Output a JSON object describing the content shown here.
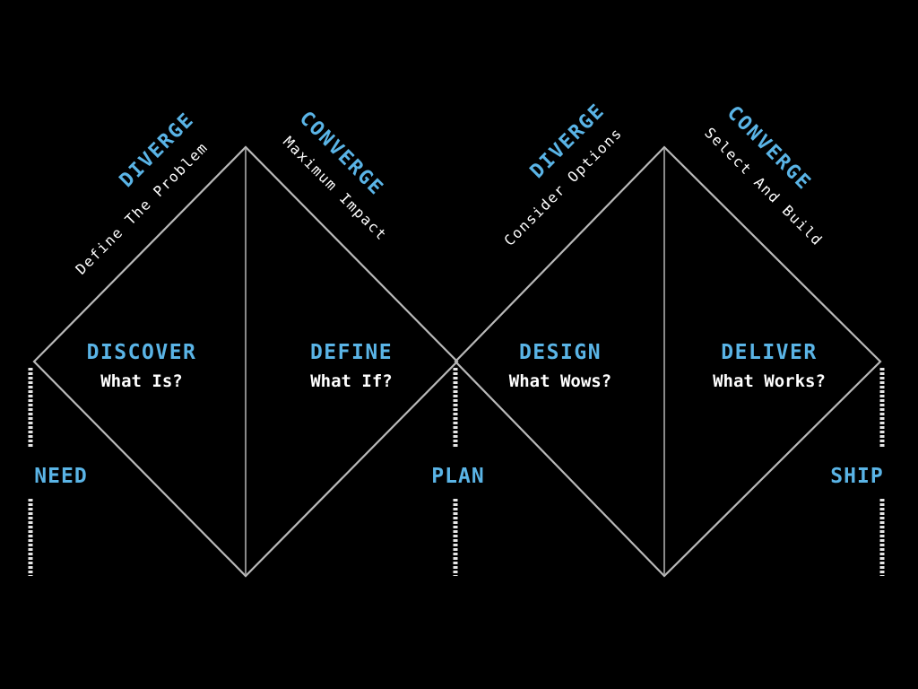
{
  "colors": {
    "background": "#000000",
    "accent": "#5ab4e6",
    "text": "#ffffff",
    "line": "#b9b9b9"
  },
  "phases": [
    {
      "title": "DISCOVER",
      "question": "What Is?"
    },
    {
      "title": "DEFINE",
      "question": "What If?"
    },
    {
      "title": "DESIGN",
      "question": "What Wows?"
    },
    {
      "title": "DELIVER",
      "question": "What Works?"
    }
  ],
  "edges": [
    {
      "tag": "DIVERGE",
      "sub": "Define The Problem"
    },
    {
      "tag": "CONVERGE",
      "sub": "Maximum Impact"
    },
    {
      "tag": "DIVERGE",
      "sub": "Consider Options"
    },
    {
      "tag": "CONVERGE",
      "sub": "Select And Build"
    }
  ],
  "milestones": [
    "NEED",
    "PLAN",
    "SHIP"
  ]
}
